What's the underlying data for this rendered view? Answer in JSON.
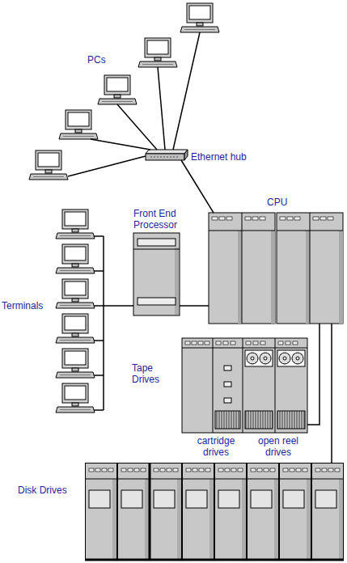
{
  "diagram": {
    "nodes": [
      {
        "text": [
          "PCs"
        ]
      },
      {
        "text": [
          "Ethernet hub"
        ]
      },
      {
        "text": [
          "CPU"
        ]
      },
      {
        "text": [
          "Terminals"
        ]
      },
      {
        "text": [
          "Front End Processor"
        ]
      },
      {
        "text": [
          "Tape Drives",
          "cartridge drives",
          "open reel drives"
        ]
      },
      {
        "text": [
          "Disk Drives"
        ]
      }
    ],
    "edges": [
      {
        "from": 0,
        "to": 1,
        "arrow": "none"
      },
      {
        "from": 0,
        "to": 1,
        "arrow": "none"
      },
      {
        "from": 0,
        "to": 1,
        "arrow": "none"
      },
      {
        "from": 0,
        "to": 1,
        "arrow": "none"
      },
      {
        "from": 0,
        "to": 1,
        "arrow": "none"
      },
      {
        "from": 1,
        "to": 2,
        "arrow": "none"
      },
      {
        "from": 3,
        "to": 4,
        "arrow": "none"
      },
      {
        "from": 4,
        "to": 2,
        "arrow": "none"
      },
      {
        "from": 2,
        "to": 5,
        "arrow": "none"
      },
      {
        "from": 2,
        "to": 6,
        "arrow": "none"
      }
    ]
  }
}
